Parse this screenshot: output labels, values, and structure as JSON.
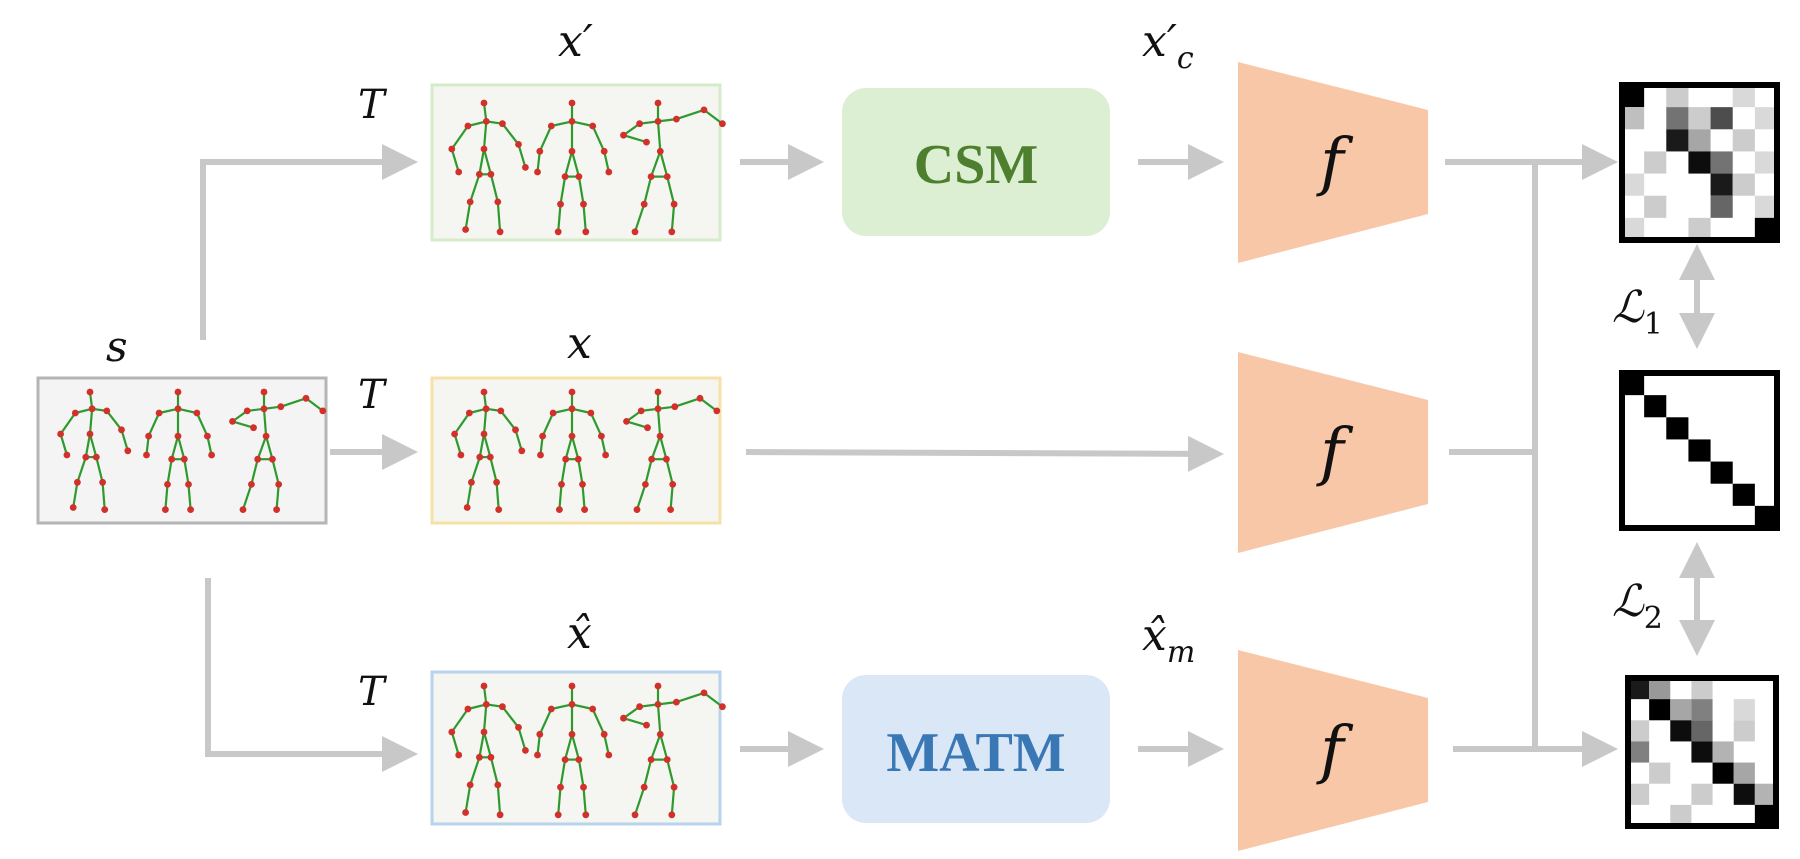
{
  "source_label": "s",
  "transform_labels": [
    "T",
    "T",
    "T"
  ],
  "views": {
    "augmented": {
      "label": "x′",
      "border": "#d6ebc9"
    },
    "original": {
      "label": "x",
      "border": "#f6e2a6"
    },
    "masked": {
      "label": "x̂",
      "border": "#b9d3ec"
    }
  },
  "modules": {
    "csm": {
      "label": "CSM",
      "fill": "#dcefd2",
      "text_color": "#4d7f2e"
    },
    "matm": {
      "label": "MATM",
      "fill": "#d9e7f6",
      "text_color": "#3a78b5"
    }
  },
  "module_outputs": {
    "csm_out": "x′",
    "csm_out_sub": "c",
    "matm_out": "x̂",
    "matm_out_sub": "m"
  },
  "encoder": {
    "label": "f",
    "fill": "#f7c7a8"
  },
  "losses": [
    {
      "label": "ℒ",
      "sub": "1"
    },
    {
      "label": "ℒ",
      "sub": "2"
    }
  ],
  "colors": {
    "arrow": "#c8c8c8",
    "skeleton_line": "#2e9a2e",
    "skeleton_joint": "#d2302a"
  }
}
